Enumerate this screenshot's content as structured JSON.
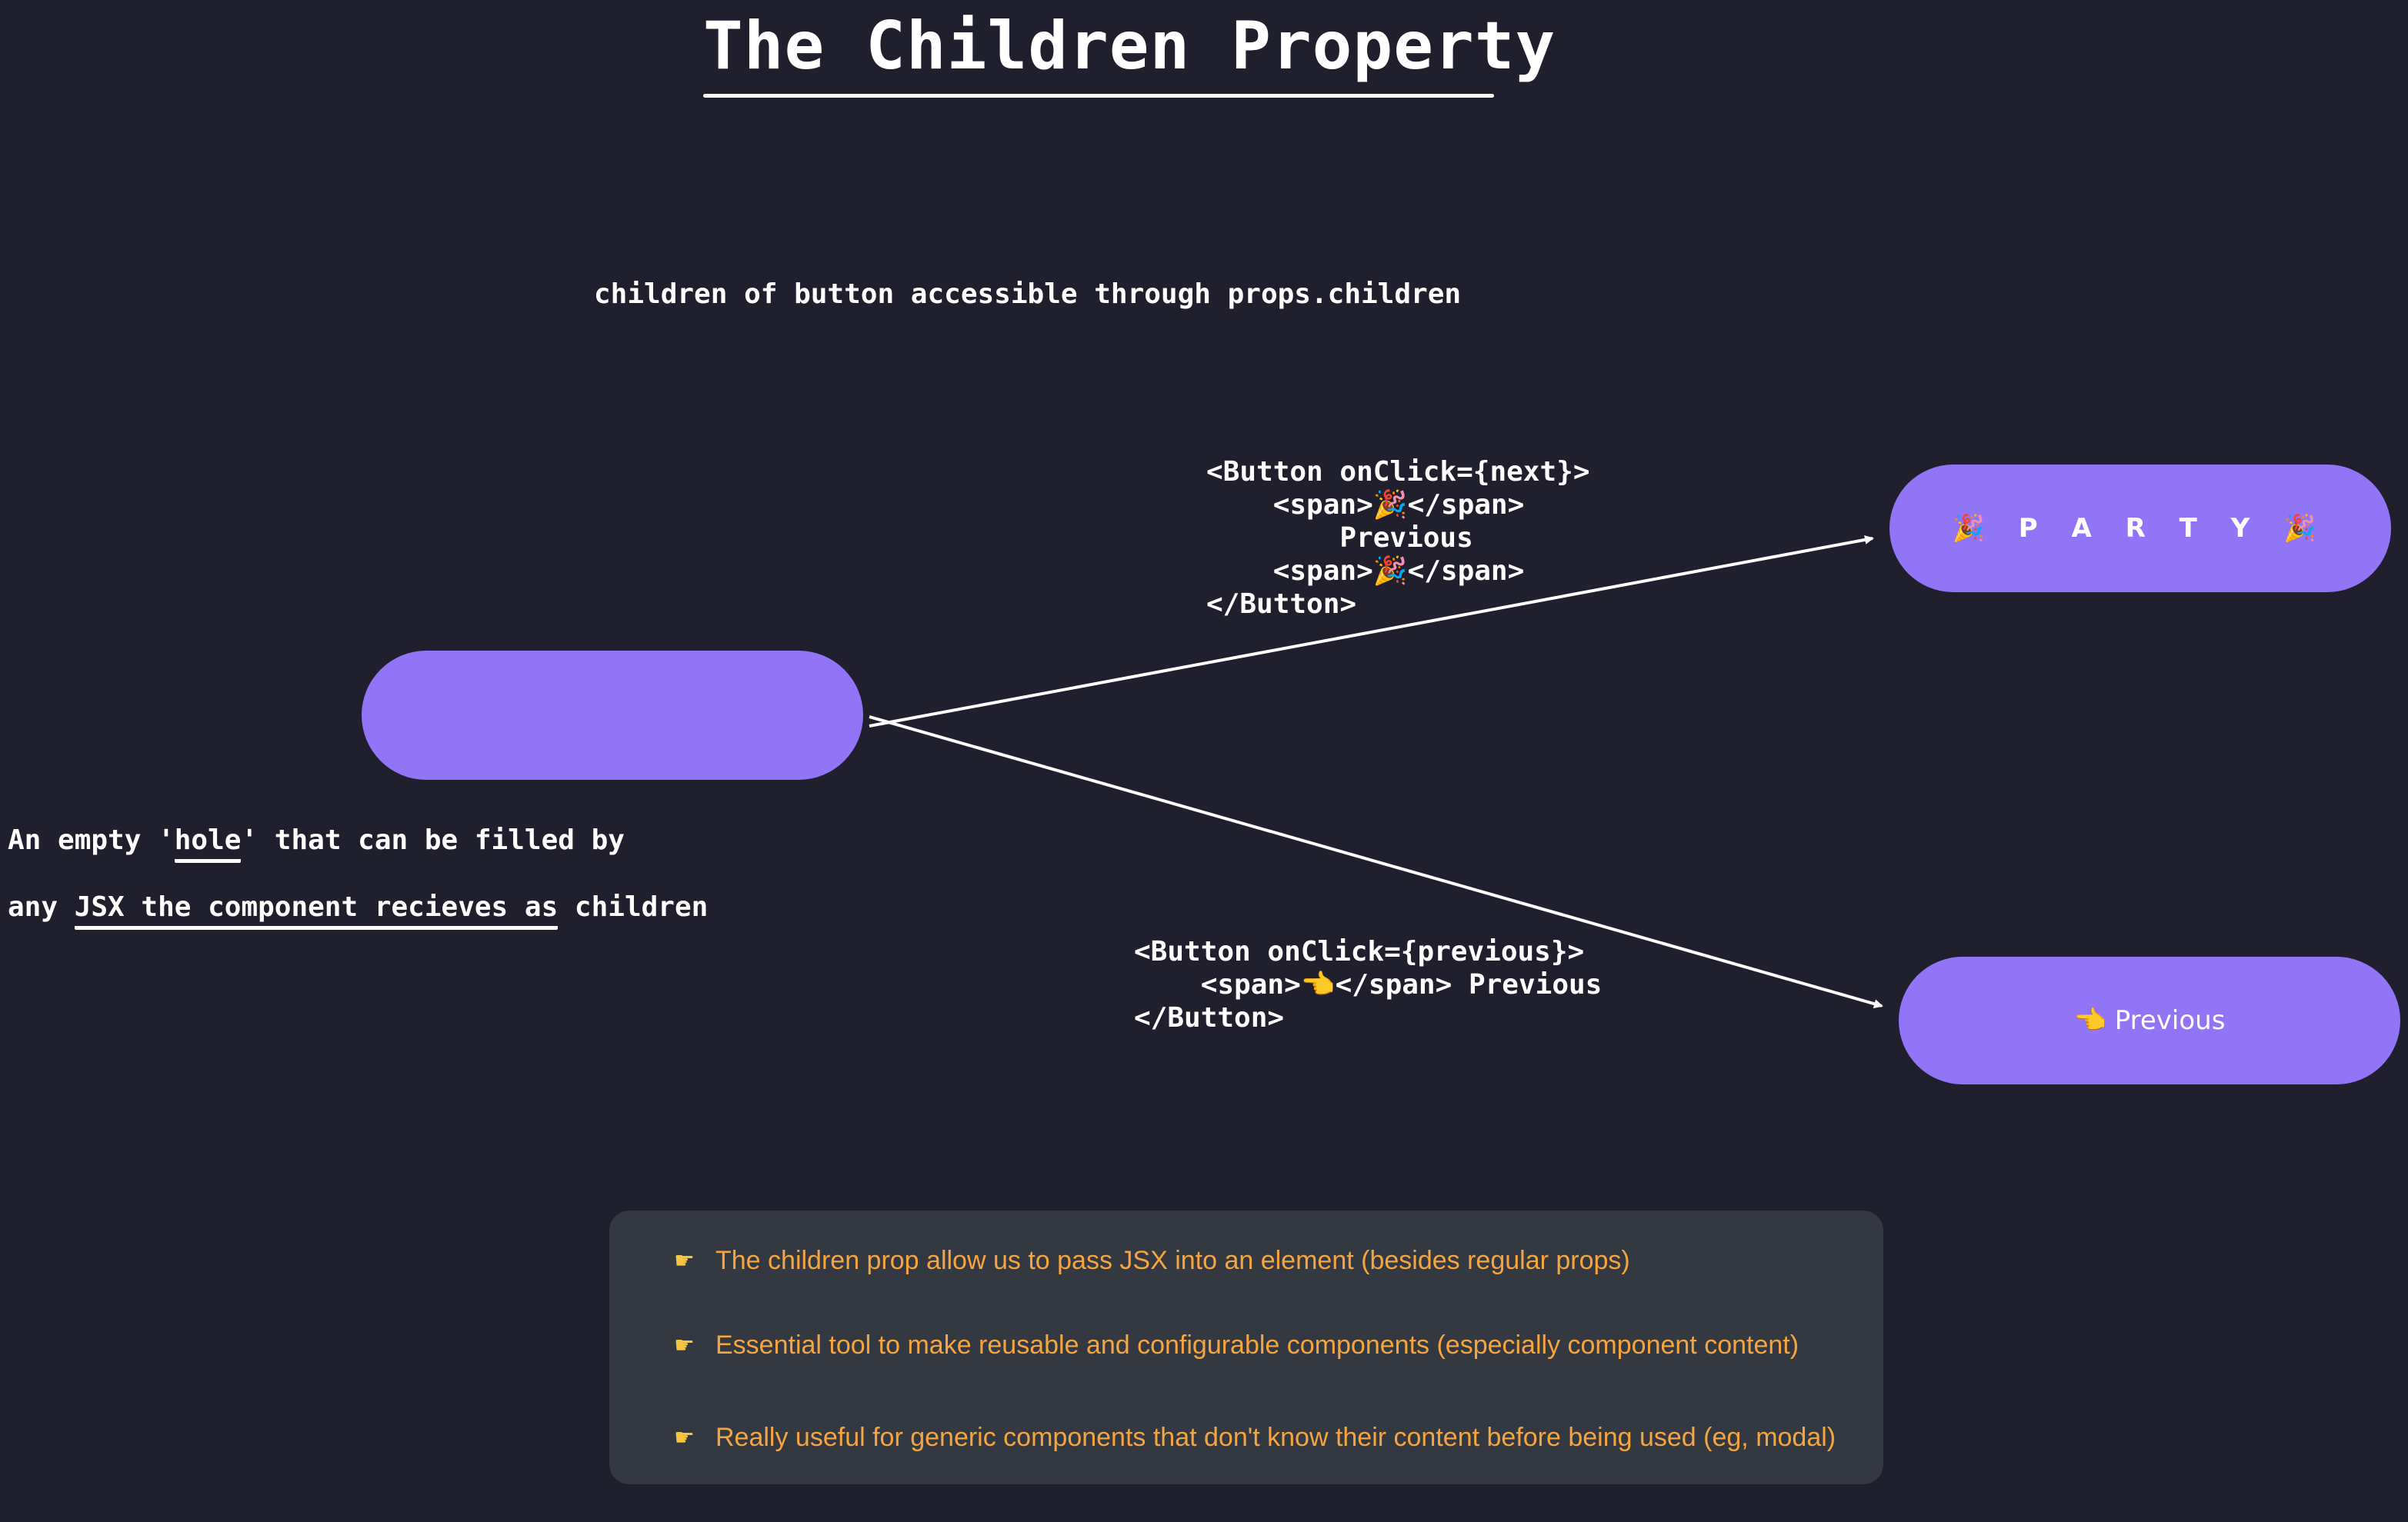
{
  "title": "The Children Property",
  "subtitle": "children of button accessible through props.children",
  "code_next": "<Button onClick={next}>\n    <span>🎉</span>\n        Previous\n    <span>🎉</span>\n</Button>",
  "code_previous": "<Button onClick={previous}>\n    <span>👈</span> Previous\n</Button>",
  "party_button_label": "🎉 P A R T Y 🎉",
  "previous_button_label": "👈 Previous",
  "note": {
    "line1_prefix": "An empty '",
    "line1_hole": "hole",
    "line1_suffix": "' that can be filled by",
    "line2_prefix": "any ",
    "line2_underlined": "JSX the component recieves as",
    "line2_suffix": " children"
  },
  "bullets": [
    "The children prop allow us to pass JSX into an element (besides regular props)",
    "Essential tool to make reusable and configurable components (especially component content)",
    "Really useful for generic components that don't know their content before being used (eg, modal)"
  ],
  "colors": {
    "background": "#1f1f2d",
    "button_purple": "#9274f7",
    "summary_box": "#343840",
    "bullet_text": "#f5a53f"
  },
  "icons": [
    "pointing-right-icon"
  ]
}
